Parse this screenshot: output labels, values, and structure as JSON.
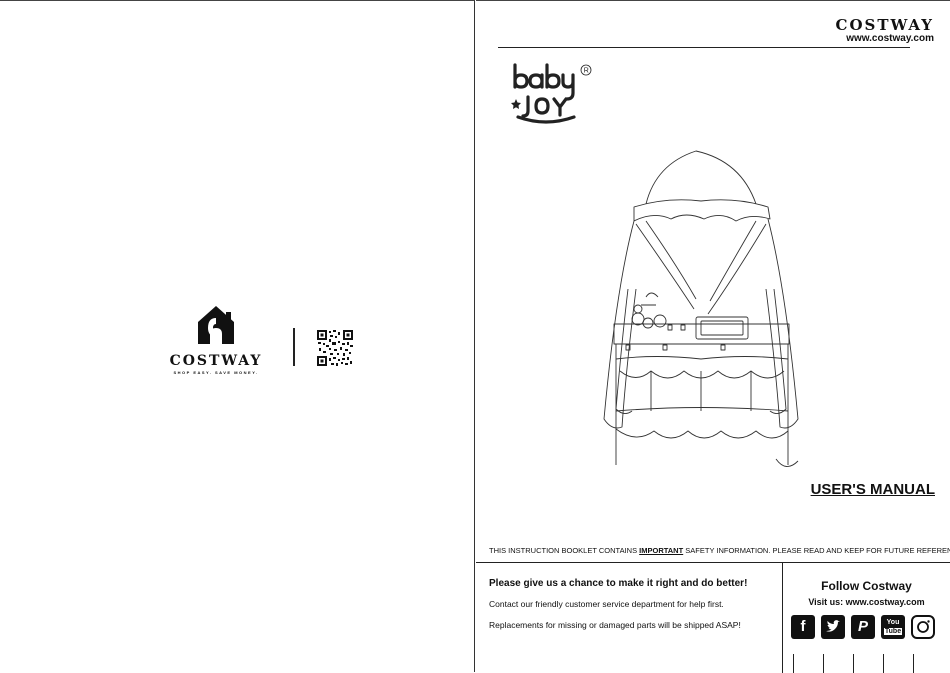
{
  "back_cover": {
    "brand": "COSTWAY",
    "slogan": "SHOP EASY. SAVE MONEY."
  },
  "front_cover": {
    "brand": "COSTWAY",
    "url": "www.costway.com",
    "product_brand": "baby joy",
    "manual_title": "USER'S MANUAL",
    "safety_pre": "THIS INSTRUCTION BOOKLET CONTAINS ",
    "safety_important": "IMPORTANT",
    "safety_post": " SAFETY INFORMATION. PLEASE READ AND KEEP FOR FUTURE REFERENCE.",
    "support_heading": "Please give us a chance to make it right and do better!",
    "support_line1": "Contact our friendly customer service department for help first.",
    "support_line2": "Replacements for missing or damaged parts will be shipped ASAP!",
    "follow_heading": "Follow Costway",
    "visit_text": "Visit us: www.costway.com",
    "socials": [
      "facebook-icon",
      "twitter-icon",
      "pinterest-icon",
      "youtube-icon",
      "instagram-icon"
    ]
  }
}
